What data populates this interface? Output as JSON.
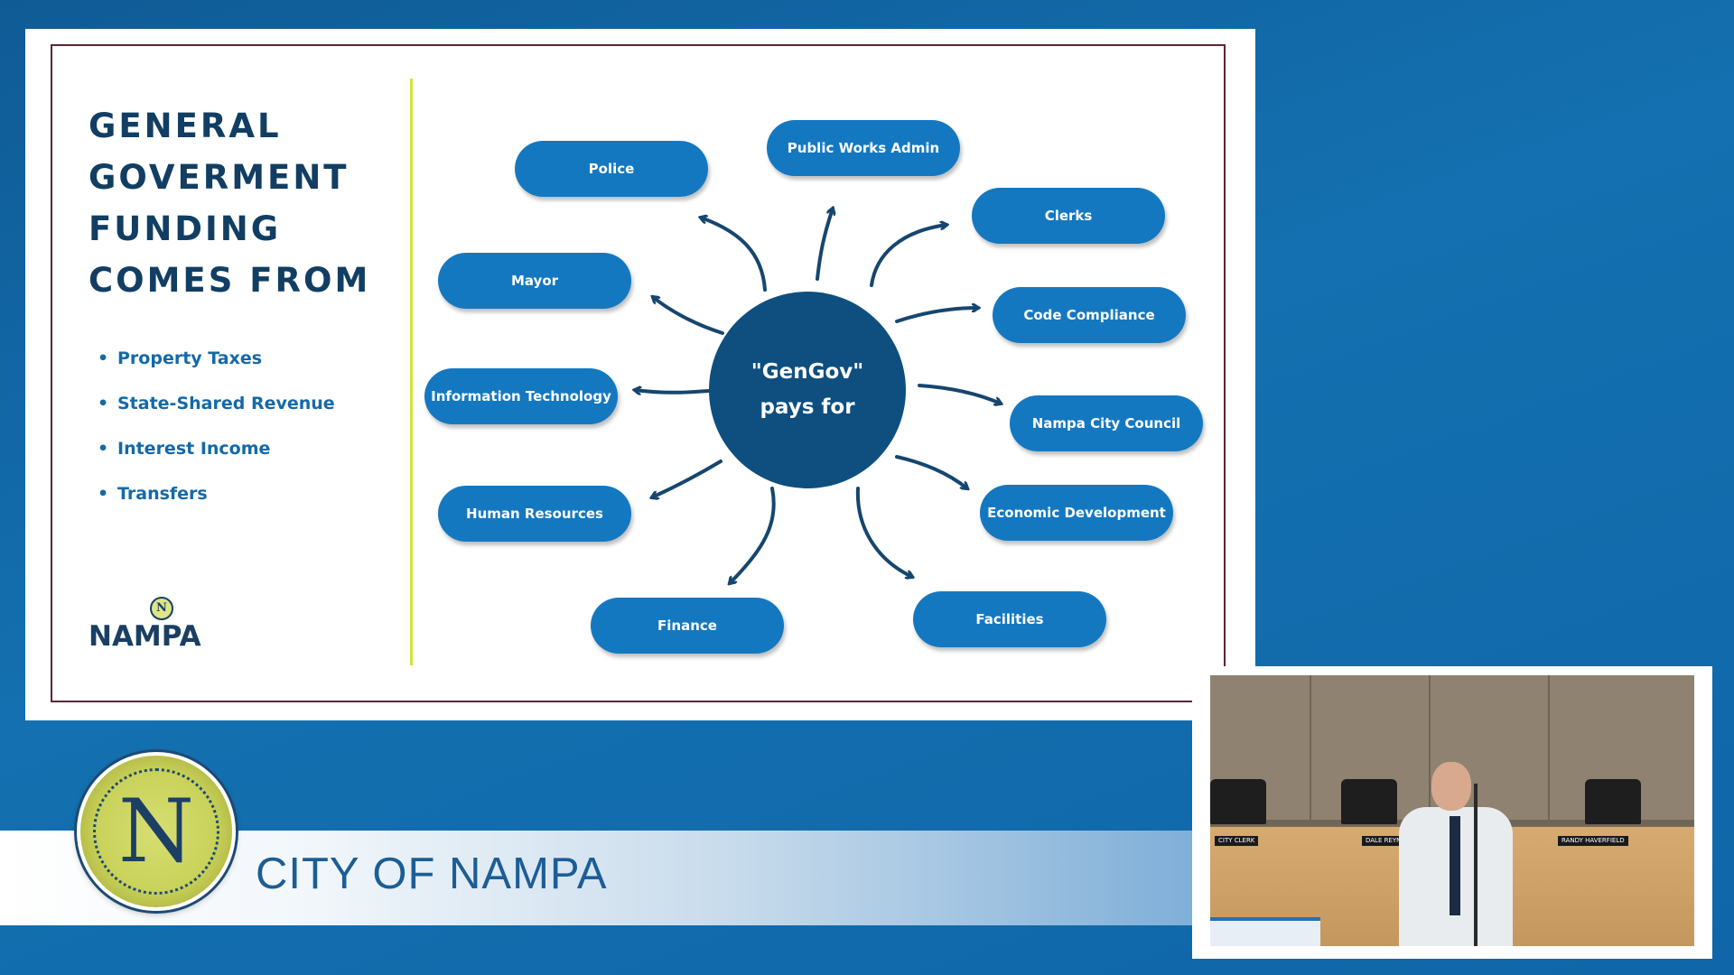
{
  "slide": {
    "title_lines": [
      "GENERAL",
      "GOVERMENT",
      "FUNDING",
      "COMES FROM"
    ],
    "bullet_glyph": "•",
    "sources": [
      "Property Taxes",
      "State-Shared Revenue",
      "Interest Income",
      "Transfers"
    ],
    "logo": {
      "emblem_letter": "N",
      "text": "NAMPA"
    },
    "hub": {
      "line1": "\"GenGov\"",
      "line2": "pays for"
    },
    "departments": [
      "Police",
      "Public Works Admin",
      "Clerks",
      "Mayor",
      "Code Compliance",
      "Information Technology",
      "Nampa City Council",
      "Human Resources",
      "Economic Development",
      "Finance",
      "Facilities"
    ],
    "colors": {
      "node": "#1478c1",
      "hub": "#0e4f80",
      "title": "#113e62",
      "divider": "#d3e23a"
    }
  },
  "banner": {
    "city_name": "CITY OF NAMPA",
    "seal_letter": "N"
  },
  "video": {
    "nameplates": [
      "CITY CLERK",
      "DALE REYNOLDS",
      "RANDY HAVERFIELD"
    ]
  }
}
